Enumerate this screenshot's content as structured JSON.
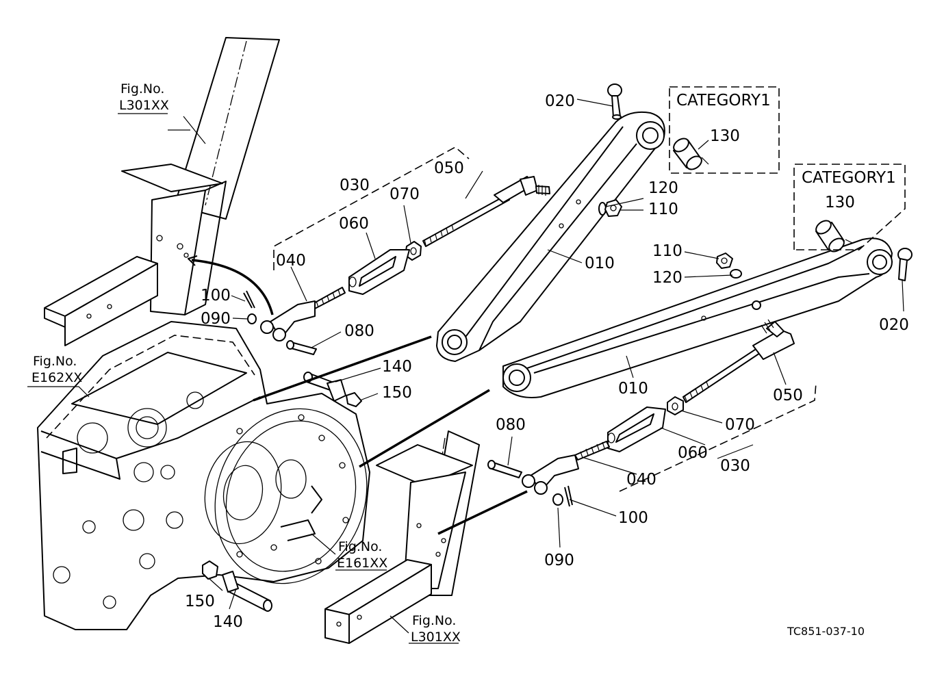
{
  "drawing_code": "TC851-037-10",
  "category_boxes": [
    {
      "title": "CATEGORY1",
      "part": "130"
    },
    {
      "title": "CATEGORY1",
      "part": "130"
    }
  ],
  "figure_refs": [
    {
      "line1": "Fig.No.",
      "line2": "L301XX"
    },
    {
      "line1": "Fig.No.",
      "line2": "E162XX"
    },
    {
      "line1": "Fig.No.",
      "line2": "E161XX"
    },
    {
      "line1": "Fig.No.",
      "line2": "L301XX"
    }
  ],
  "upper_arm": {
    "lower_link": "010",
    "pin": "020",
    "check_chain_assy": "030",
    "clevis_rod": "040",
    "threaded_rod": "050",
    "turnbuckle": "060",
    "nut": "070",
    "clevis_pin": "080",
    "washer": "090",
    "cotter_pin": "100",
    "nut_small": "110",
    "spring_washer": "120"
  },
  "lower_arm": {
    "lower_link": "010",
    "pin": "020",
    "check_chain_assy": "030",
    "clevis_rod": "040",
    "threaded_rod": "050",
    "turnbuckle": "060",
    "nut": "070",
    "clevis_pin": "080",
    "washer": "090",
    "cotter_pin": "100",
    "nut_small": "110",
    "spring_washer": "120"
  },
  "pins_front": {
    "pin": "140",
    "bolt": "150"
  },
  "pins_rear": {
    "pin": "140",
    "bolt": "150"
  }
}
